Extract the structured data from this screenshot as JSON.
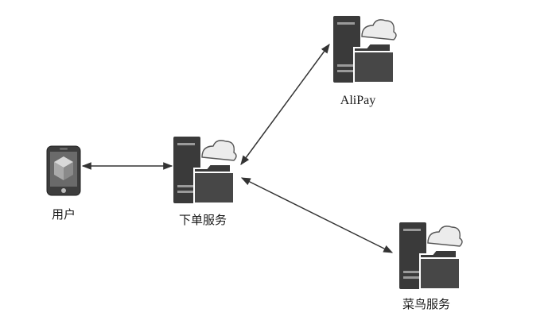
{
  "nodes": {
    "user": {
      "label": "用户",
      "icon": "smartphone-icon"
    },
    "order": {
      "label": "下单服务",
      "icon": "server-cloud-folder-icon"
    },
    "alipay": {
      "label": "AliPay",
      "icon": "server-cloud-folder-icon"
    },
    "cainiao": {
      "label": "菜鸟服务",
      "icon": "server-cloud-folder-icon"
    }
  },
  "edges": [
    {
      "from": "user",
      "to": "order",
      "direction": "bidirectional"
    },
    {
      "from": "order",
      "to": "alipay",
      "direction": "bidirectional"
    },
    {
      "from": "order",
      "to": "cainiao",
      "direction": "bidirectional"
    }
  ],
  "colors": {
    "icon_dark": "#3a3a3a",
    "icon_light": "#e8e8e8",
    "arrow": "#333333"
  }
}
